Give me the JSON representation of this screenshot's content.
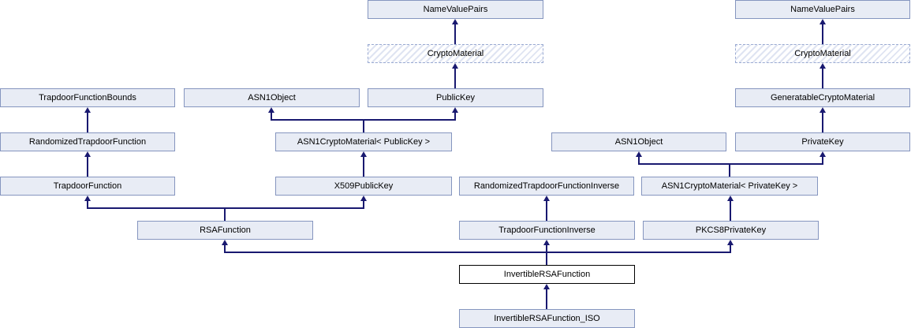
{
  "diagram": {
    "type": "class-inheritance-graph",
    "colors": {
      "background": "#ffffff",
      "node_fill": "#e8ecf5",
      "node_border": "#8595bf",
      "hatch_border": "#9aaad2",
      "hatch_stripe": "#dfe4f2",
      "edge": "#191970",
      "current_fill": "#ffffff",
      "current_border": "#000000",
      "text": "#000000"
    },
    "nodes": [
      {
        "label": "NameValuePairs",
        "style": "normal"
      },
      {
        "label": "NameValuePairs",
        "style": "normal"
      },
      {
        "label": "CryptoMaterial",
        "style": "hatched"
      },
      {
        "label": "CryptoMaterial",
        "style": "hatched"
      },
      {
        "label": "TrapdoorFunctionBounds",
        "style": "normal"
      },
      {
        "label": "ASN1Object",
        "style": "normal"
      },
      {
        "label": "PublicKey",
        "style": "normal"
      },
      {
        "label": "GeneratableCryptoMaterial",
        "style": "normal"
      },
      {
        "label": "RandomizedTrapdoorFunction",
        "style": "normal"
      },
      {
        "label": "ASN1CryptoMaterial< PublicKey >",
        "style": "normal"
      },
      {
        "label": "ASN1Object",
        "style": "normal"
      },
      {
        "label": "PrivateKey",
        "style": "normal"
      },
      {
        "label": "TrapdoorFunction",
        "style": "normal"
      },
      {
        "label": "X509PublicKey",
        "style": "normal"
      },
      {
        "label": "RandomizedTrapdoorFunctionInverse",
        "style": "normal"
      },
      {
        "label": "ASN1CryptoMaterial< PrivateKey >",
        "style": "normal"
      },
      {
        "label": "RSAFunction",
        "style": "normal"
      },
      {
        "label": "TrapdoorFunctionInverse",
        "style": "normal"
      },
      {
        "label": "PKCS8PrivateKey",
        "style": "normal"
      },
      {
        "label": "InvertibleRSAFunction",
        "style": "current"
      },
      {
        "label": "InvertibleRSAFunction_ISO",
        "style": "normal"
      }
    ]
  }
}
